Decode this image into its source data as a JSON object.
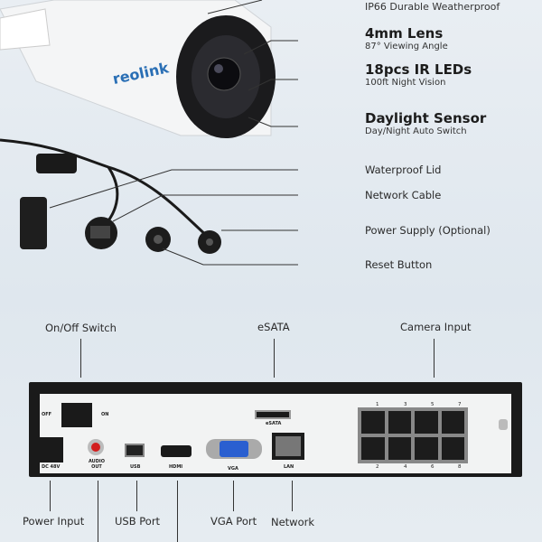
{
  "camera": {
    "brand": "reolink",
    "features": [
      {
        "title": "",
        "sub": "IP66 Durable Weatherproof"
      },
      {
        "title": "4mm Lens",
        "sub": "87° Viewing Angle"
      },
      {
        "title": "18pcs IR LEDs",
        "sub": "100ft Night Vision"
      },
      {
        "title": "Daylight Sensor",
        "sub": "Day/Night Auto Switch"
      }
    ],
    "cable_parts": [
      "Waterproof Lid",
      "Network Cable",
      "Power Supply (Optional)",
      "Reset Button"
    ]
  },
  "nvr": {
    "top_labels": {
      "switch": "On/Off Switch",
      "esata": "eSATA",
      "camera_input": "Camera Input"
    },
    "bottom_labels": {
      "power": "Power Input",
      "usb": "USB Port",
      "vga": "VGA Port",
      "network": "Network"
    },
    "panel": {
      "off": "OFF",
      "on": "ON",
      "dc": "DC 48V",
      "audio": "AUDIO OUT",
      "usb": "USB",
      "hdmi": "HDMI",
      "vga": "VGA",
      "lan": "LAN",
      "esata": "eSATA",
      "port_numbers_top": [
        "1",
        "3",
        "5",
        "7"
      ],
      "port_numbers_bottom": [
        "2",
        "4",
        "6",
        "8"
      ]
    }
  }
}
